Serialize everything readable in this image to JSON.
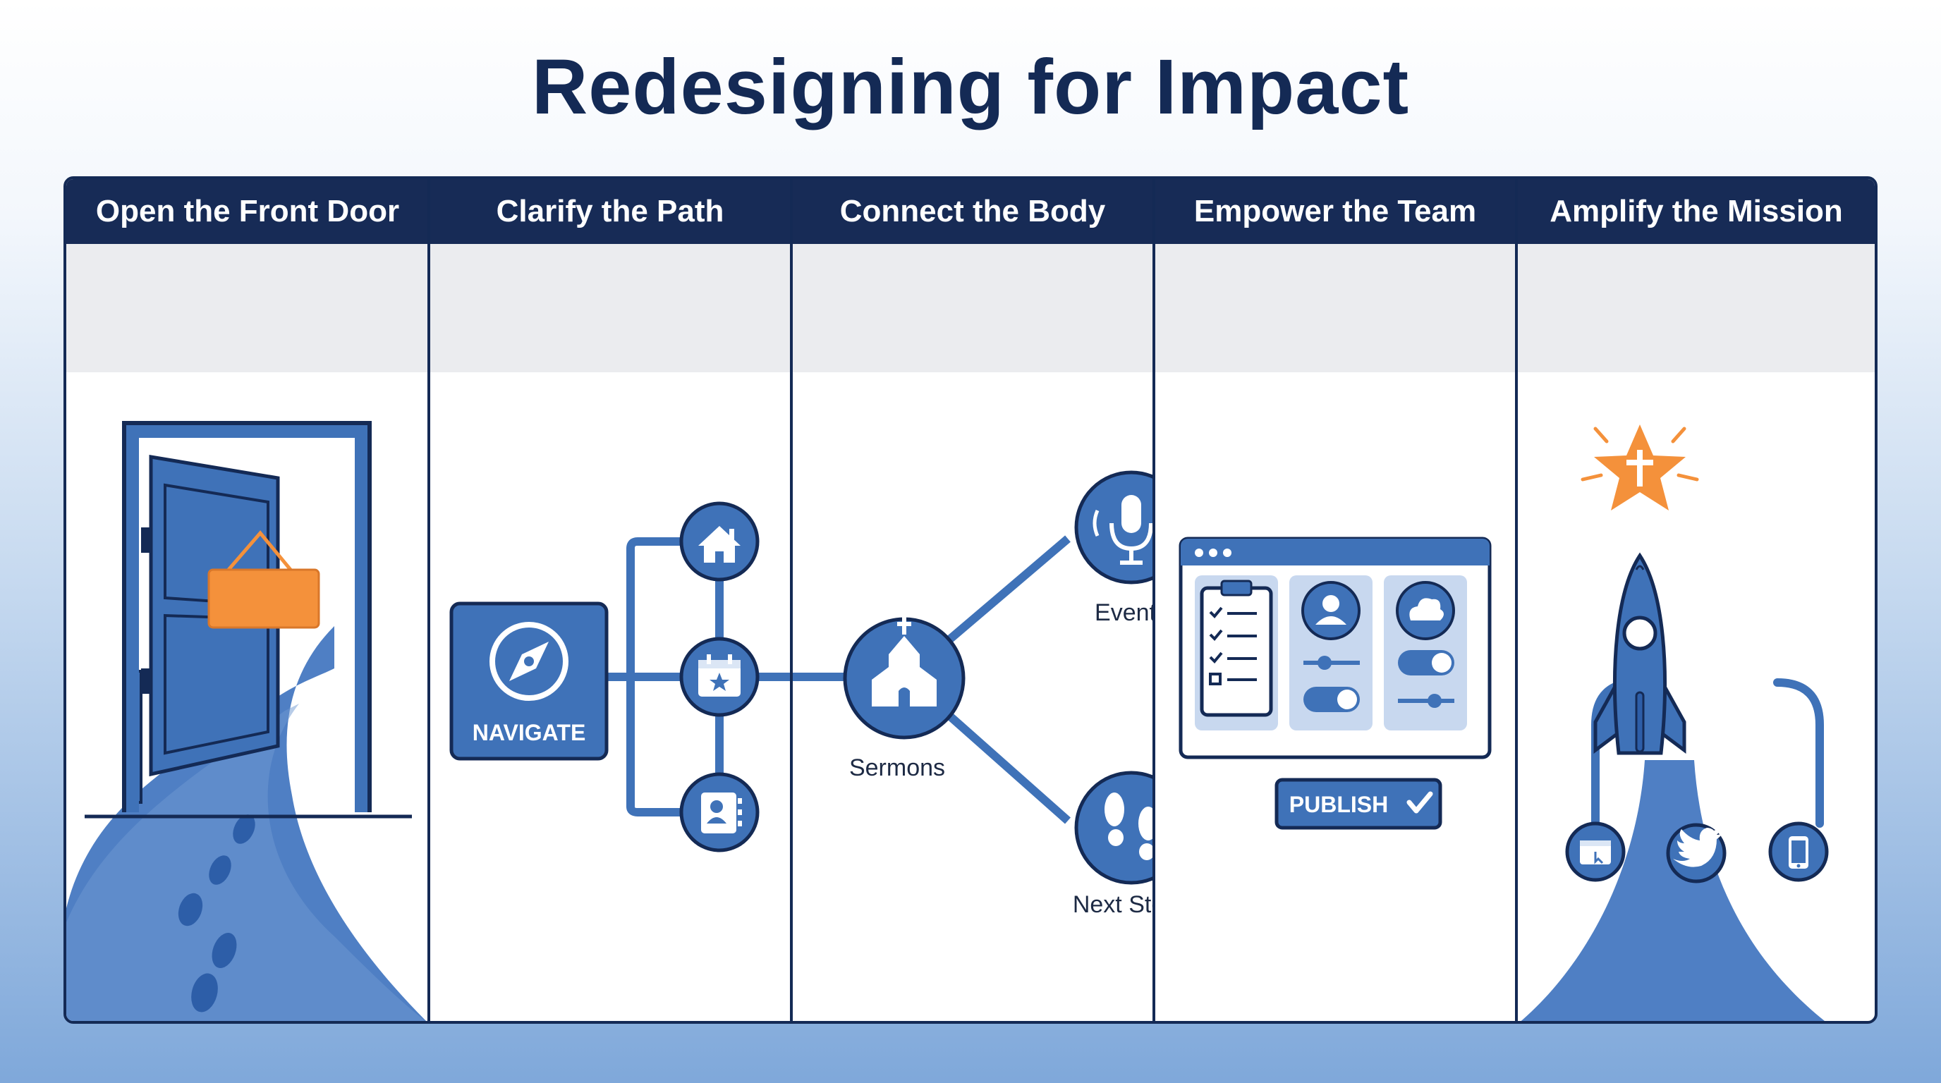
{
  "title": "Redesigning for Impact",
  "columns": [
    {
      "header": "Open the Front Door"
    },
    {
      "header": "Clarify the Path",
      "badge_label": "NAVIGATE"
    },
    {
      "header": "Connect the Body",
      "nodes": [
        "Sermons",
        "Events",
        "Next Steps"
      ]
    },
    {
      "header": "Empower the Team",
      "button_label": "PUBLISH"
    },
    {
      "header": "Amplify the Mission"
    }
  ],
  "colors": {
    "navy": "#172b56",
    "blue": "#3f72b8",
    "orange": "#f4913b",
    "light_band": "#ebecef"
  },
  "icons": [
    "door-icon",
    "sign-icon",
    "footprints-icon",
    "compass-icon",
    "home-icon",
    "calendar-star-icon",
    "contact-book-icon",
    "church-icon",
    "microphone-icon",
    "footsteps-icon",
    "clipboard-check-icon",
    "user-icon",
    "cloud-icon",
    "toggle-icon",
    "slider-icon",
    "check-icon",
    "star-cross-icon",
    "rocket-icon",
    "browser-icon",
    "twitter-icon",
    "phone-icon"
  ]
}
